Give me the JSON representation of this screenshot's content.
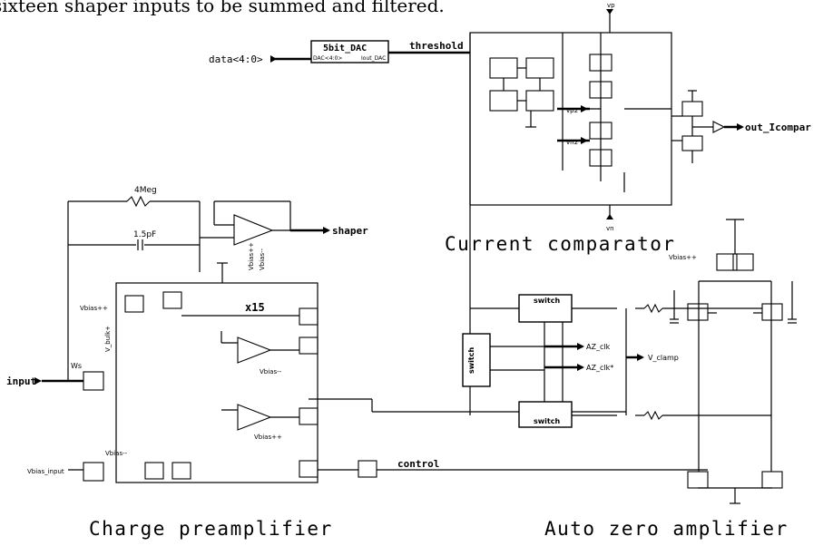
{
  "caption_top": "sixteen shaper inputs to be summed and filtered.",
  "section_labels": {
    "current_comparator": "Current comparator",
    "charge_preamplifier": "Charge preamplifier",
    "auto_zero_amplifier": "Auto zero amplifier"
  },
  "dac": {
    "input": "data<4:0>",
    "title": "5bit_DAC",
    "pin_in": "DAC<4:0>",
    "pin_out": "Iout_DAC"
  },
  "nets": {
    "threshold": "threshold",
    "shaper": "shaper",
    "out": "out_Icompar",
    "input": "input",
    "control": "control",
    "x15": "x15",
    "vp": "vp",
    "vn": "vn",
    "vp2": "vp2",
    "vn2": "vn2",
    "vbias_pp": "Vbias++",
    "vbias_pp_amp2": "Vbias++",
    "vbias_pp_az": "Vbias++",
    "vbias_mm": "Vbias--",
    "vbias_mm_amp": "Vbias--",
    "vbias_mm_pre": "Vbias--",
    "vbias_input": "Vbias_input",
    "v_bulk": "V_bulk+",
    "ws": "Ws",
    "az_clk": "AZ_clk",
    "az_clk_n": "AZ_clk*",
    "v_clamp": "V_clamp"
  },
  "components": {
    "r_feedback": "4Meg",
    "c_feedback": "1.5pF",
    "switch_label": "switch"
  }
}
